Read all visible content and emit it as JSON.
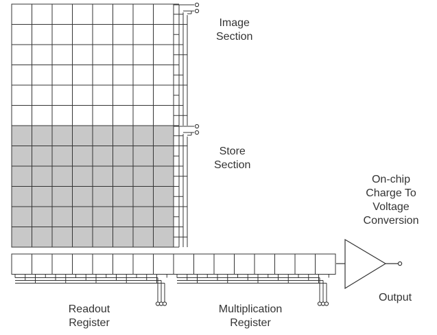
{
  "labels": {
    "image_section": [
      "Image",
      "Section"
    ],
    "store_section": [
      "Store",
      "Section"
    ],
    "conversion": [
      "On-chip",
      "Charge To",
      "Voltage",
      "Conversion"
    ],
    "output": "Output",
    "readout_register": [
      "Readout",
      "Register"
    ],
    "multiplication_register": [
      "Multiplication",
      "Register"
    ]
  },
  "grid": {
    "columns": 8,
    "image_rows": 6,
    "store_rows": 6,
    "readout_cells": 8,
    "multiplication_cells": 8
  },
  "colors": {
    "line": "#333333",
    "image_fill": "#ffffff",
    "store_fill": "#c8c8c8",
    "text": "#333333"
  }
}
